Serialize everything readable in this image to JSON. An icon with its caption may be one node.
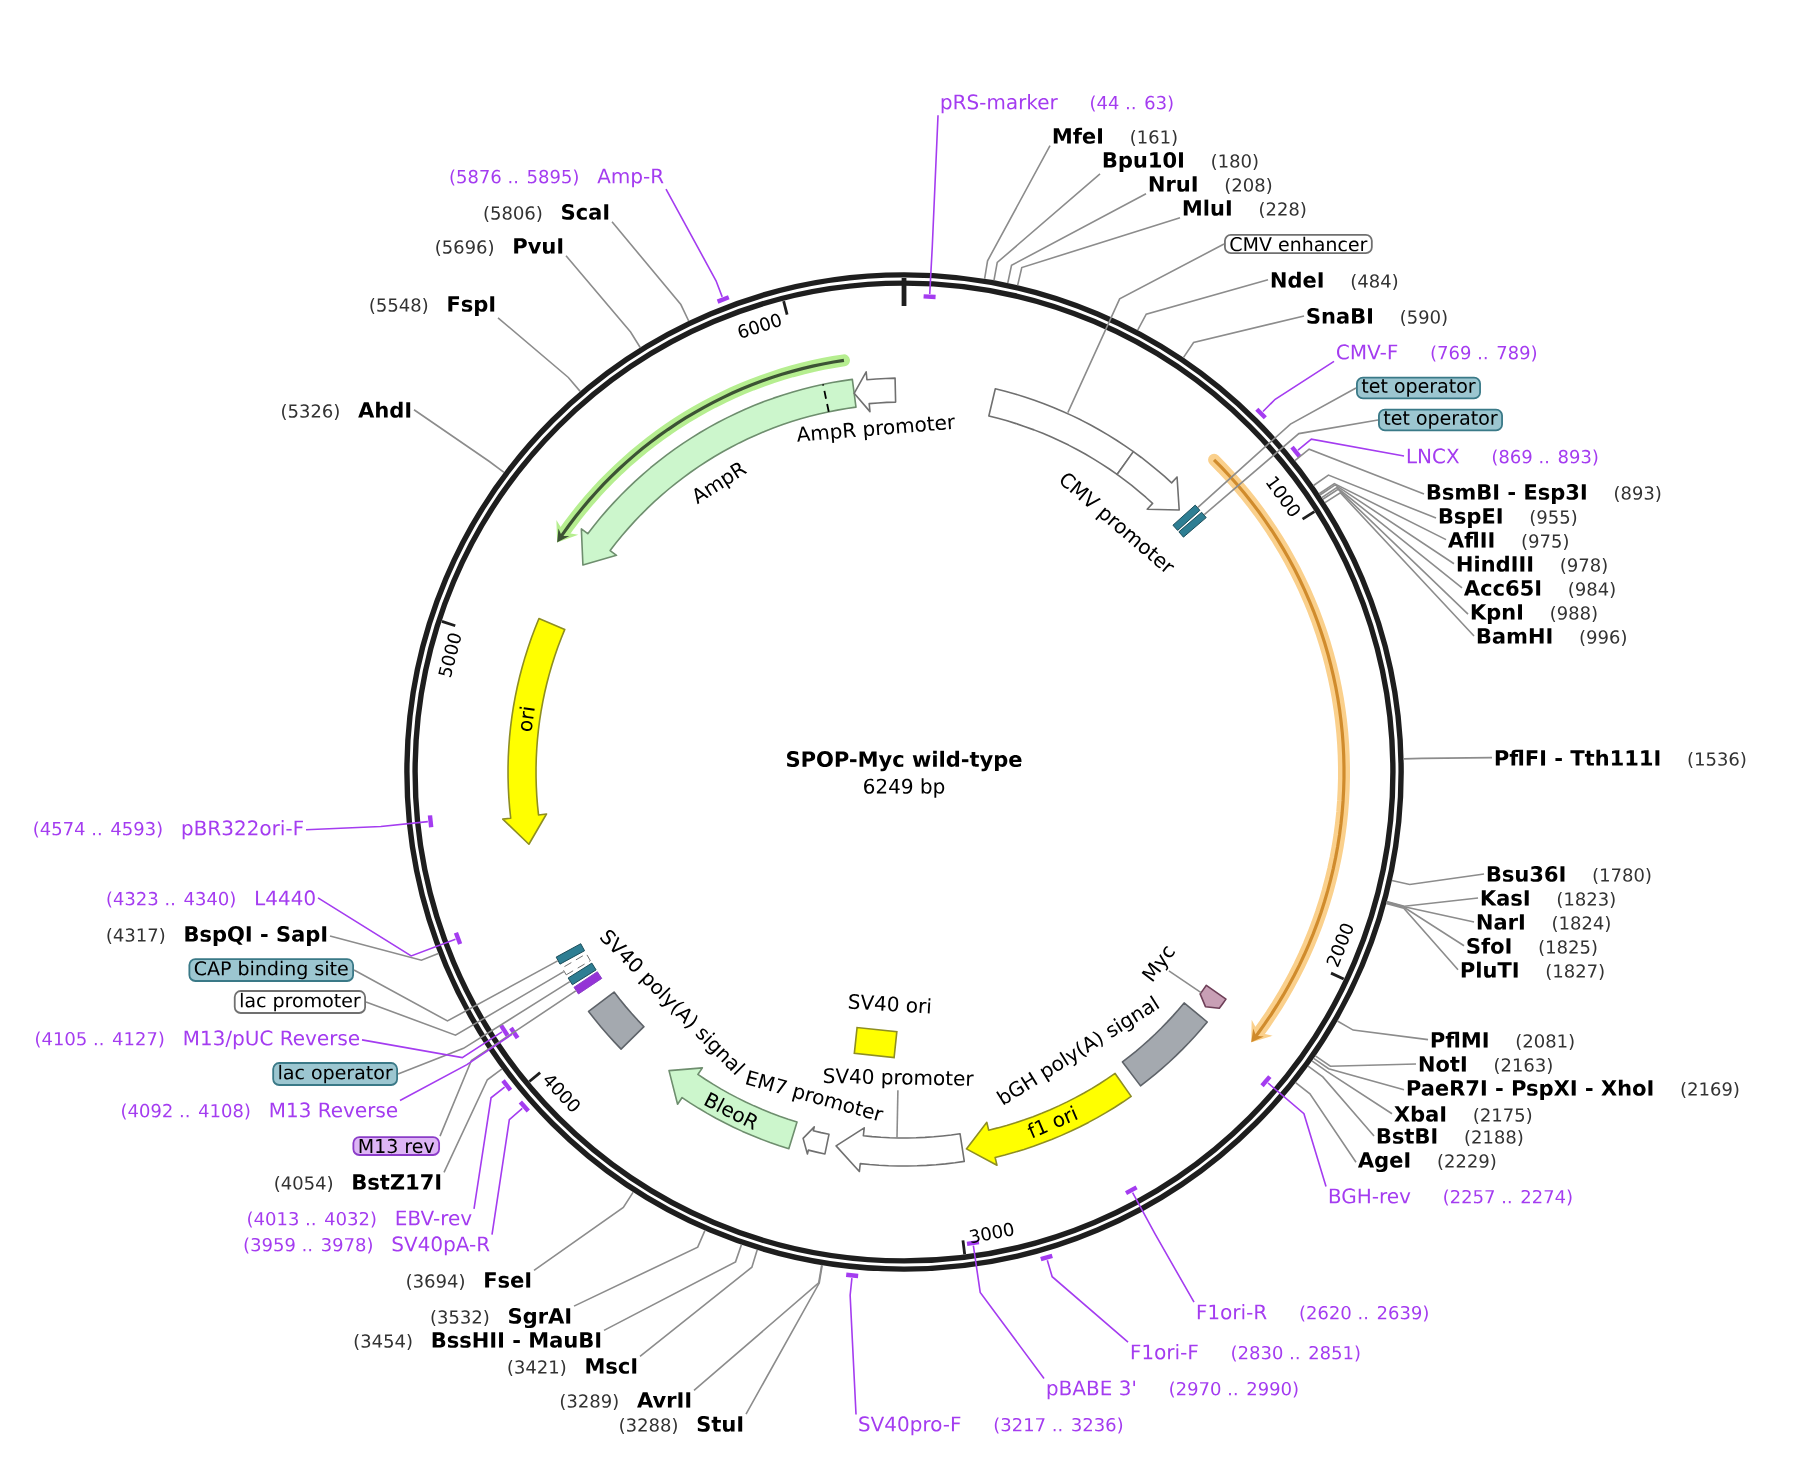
{
  "diagram": {
    "nodes": [
      {
        "text": [
          "SPOP-Myc wild-type",
          "6249 bp"
        ]
      },
      {
        "text": [],
        "shape": "box",
        "in": 0
      },
      {
        "text": [
          "CMV promoter"
        ],
        "in": 0
      },
      {
        "text": [],
        "shape": "bar",
        "in": 0
      },
      {
        "text": [],
        "shape": "bar",
        "in": 0
      },
      {
        "text": [
          "Myc"
        ],
        "in": 0
      },
      {
        "text": [],
        "shape": "arrow",
        "in": 0
      },
      {
        "text": [
          "bGH poly(A) signal"
        ],
        "in": 0
      },
      {
        "text": [
          "f1 ori"
        ],
        "in": 0
      },
      {
        "text": [
          "SV40 ori"
        ],
        "in": 0
      },
      {
        "text": [
          "SV40 promoter"
        ],
        "in": 0
      },
      {
        "text": [],
        "shape": "arrow",
        "in": 0
      },
      {
        "text": [
          "EM7 promoter"
        ],
        "in": 0
      },
      {
        "text": [
          "BleoR"
        ],
        "in": 0
      },
      {
        "text": [
          "SV40 poly(A) signal"
        ],
        "in": 0
      },
      {
        "text": [],
        "shape": "bar",
        "in": 0
      },
      {
        "text": [],
        "shape": "bar",
        "in": 0
      },
      {
        "text": [],
        "shape": "bar",
        "in": 0
      },
      {
        "text": [],
        "shape": "bar",
        "in": 0
      },
      {
        "text": [
          "ori"
        ],
        "in": 0
      },
      {
        "text": [
          "AmpR"
        ],
        "in": 0
      },
      {
        "text": [
          "AmpR promoter"
        ],
        "in": 0
      },
      {
        "text": [
          "pRS-marker",
          "(44 .. 63)"
        ]
      },
      {
        "text": [
          "MfeI",
          "(161)"
        ]
      },
      {
        "text": [
          "Bpu10I",
          "(180)"
        ]
      },
      {
        "text": [
          "NruI",
          "(208)"
        ]
      },
      {
        "text": [
          "MluI",
          "(228)"
        ]
      },
      {
        "text": [
          "CMV enhancer"
        ]
      },
      {
        "text": [
          "NdeI",
          "(484)"
        ]
      },
      {
        "text": [
          "SnaBI",
          "(590)"
        ]
      },
      {
        "text": [
          "CMV-F",
          "(769 .. 789)"
        ]
      },
      {
        "text": [
          "tet operator"
        ]
      },
      {
        "text": [
          "tet operator"
        ]
      },
      {
        "text": [
          "LNCX",
          "(869 .. 893)"
        ]
      },
      {
        "text": [
          "BsmBI - Esp3I",
          "(893)"
        ]
      },
      {
        "text": [
          "BspEI",
          "(955)"
        ]
      },
      {
        "text": [
          "AflII",
          "(975)"
        ]
      },
      {
        "text": [
          "HindIII",
          "(978)"
        ]
      },
      {
        "text": [
          "Acc65I",
          "(984)"
        ]
      },
      {
        "text": [
          "KpnI",
          "(988)"
        ]
      },
      {
        "text": [
          "BamHI",
          "(996)"
        ]
      },
      {
        "text": [
          "PflFI - Tth111I",
          "(1536)"
        ]
      },
      {
        "text": [
          "Bsu36I",
          "(1780)"
        ]
      },
      {
        "text": [
          "KasI",
          "(1823)"
        ]
      },
      {
        "text": [
          "NarI",
          "(1824)"
        ]
      },
      {
        "text": [
          "SfoI",
          "(1825)"
        ]
      },
      {
        "text": [
          "PluTI",
          "(1827)"
        ]
      },
      {
        "text": [
          "PflMI",
          "(2081)"
        ]
      },
      {
        "text": [
          "NotI",
          "(2163)"
        ]
      },
      {
        "text": [
          "PaeR7I - PspXI - XhoI",
          "(2169)"
        ]
      },
      {
        "text": [
          "XbaI",
          "(2175)"
        ]
      },
      {
        "text": [
          "BstBI",
          "(2188)"
        ]
      },
      {
        "text": [
          "AgeI",
          "(2229)"
        ]
      },
      {
        "text": [
          "BGH-rev",
          "(2257 .. 2274)"
        ]
      },
      {
        "text": [
          "F1ori-R",
          "(2620 .. 2639)"
        ]
      },
      {
        "text": [
          "F1ori-F",
          "(2830 .. 2851)"
        ]
      },
      {
        "text": [
          "pBABE 3'",
          "(2970 .. 2990)"
        ]
      },
      {
        "text": [
          "SV40pro-F",
          "(3217 .. 3236)"
        ]
      },
      {
        "text": [
          "(3288)",
          "StuI"
        ]
      },
      {
        "text": [
          "(3289)",
          "AvrII"
        ]
      },
      {
        "text": [
          "(3421)",
          "MscI"
        ]
      },
      {
        "text": [
          "(3454)",
          "BssHII - MauBI"
        ]
      },
      {
        "text": [
          "(3532)",
          "SgrAI"
        ]
      },
      {
        "text": [
          "(3694)",
          "FseI"
        ]
      },
      {
        "text": [
          "(3959 .. 3978)",
          "SV40pA-R"
        ]
      },
      {
        "text": [
          "(4013 .. 4032)",
          "EBV-rev"
        ]
      },
      {
        "text": [
          "(4054)",
          "BstZ17I"
        ]
      },
      {
        "text": [
          "M13 rev"
        ]
      },
      {
        "text": [
          "(4092 .. 4108)",
          "M13 Reverse"
        ]
      },
      {
        "text": [
          "lac operator"
        ]
      },
      {
        "text": [
          "(4105 .. 4127)",
          "M13/pUC Reverse"
        ]
      },
      {
        "text": [
          "lac promoter"
        ]
      },
      {
        "text": [
          "CAP binding site"
        ]
      },
      {
        "text": [
          "(4317)",
          "BspQI - SapI"
        ]
      },
      {
        "text": [
          "(4323 .. 4340)",
          "L4440"
        ]
      },
      {
        "text": [
          "(4574 .. 4593)",
          "pBR322ori-F"
        ]
      },
      {
        "text": [
          "(5326)",
          "AhdI"
        ]
      },
      {
        "text": [
          "(5548)",
          "FspI"
        ]
      },
      {
        "text": [
          "(5696)",
          "PvuI"
        ]
      },
      {
        "text": [
          "(5806)",
          "ScaI"
        ]
      },
      {
        "text": [
          "(5876 .. 5895)",
          "Amp-R"
        ]
      },
      {
        "text": [],
        "shape": "bar",
        "in": 0
      },
      {
        "text": [],
        "shape": "bar"
      },
      {
        "text": [],
        "shape": "bar"
      },
      {
        "text": [],
        "shape": "bar",
        "in": 0
      },
      {
        "text": [],
        "shape": "bar",
        "in": 0
      },
      {
        "text": [],
        "shape": "bar"
      },
      {
        "text": [],
        "shape": "bar",
        "in": 0
      },
      {
        "text": [],
        "shape": "bar"
      },
      {
        "text": [],
        "shape": "bar"
      },
      {
        "text": [],
        "shape": "bar"
      },
      {
        "text": [],
        "shape": "bar",
        "in": 0
      },
      {
        "text": [],
        "shape": "bar",
        "in": 0
      },
      {
        "text": [],
        "shape": "bar",
        "in": 0
      },
      {
        "text": [],
        "shape": "bar",
        "in": 0
      },
      {
        "text": [],
        "shape": "bar"
      }
    ],
    "edges": [
      {
        "from": 5,
        "to": 6,
        "arrow": "none"
      },
      {
        "from": 10,
        "to": 11,
        "arrow": "none"
      },
      {
        "from": 22,
        "to": 81,
        "arrow": "none",
        "color": "#a43cf0"
      },
      {
        "from": 23,
        "to": 0,
        "arrow": "none"
      },
      {
        "from": 24,
        "to": 0,
        "arrow": "none"
      },
      {
        "from": 25,
        "to": 0,
        "arrow": "none"
      },
      {
        "from": 26,
        "to": 0,
        "arrow": "none"
      },
      {
        "from": 27,
        "to": 1,
        "arrow": "none"
      },
      {
        "from": 28,
        "to": 0,
        "arrow": "none"
      },
      {
        "from": 29,
        "to": 0,
        "arrow": "none"
      },
      {
        "from": 30,
        "to": 82,
        "arrow": "none",
        "color": "#a43cf0"
      },
      {
        "from": 31,
        "to": 3,
        "arrow": "none"
      },
      {
        "from": 32,
        "to": 4,
        "arrow": "none"
      },
      {
        "from": 33,
        "to": 83,
        "arrow": "none",
        "color": "#a43cf0"
      },
      {
        "from": 34,
        "to": 0,
        "arrow": "none"
      },
      {
        "from": 35,
        "to": 0,
        "arrow": "none"
      },
      {
        "from": 36,
        "to": 0,
        "arrow": "none"
      },
      {
        "from": 37,
        "to": 0,
        "arrow": "none"
      },
      {
        "from": 38,
        "to": 0,
        "arrow": "none"
      },
      {
        "from": 39,
        "to": 0,
        "arrow": "none"
      },
      {
        "from": 40,
        "to": 0,
        "arrow": "none"
      },
      {
        "from": 41,
        "to": 0,
        "arrow": "none"
      },
      {
        "from": 42,
        "to": 0,
        "arrow": "none"
      },
      {
        "from": 43,
        "to": 0,
        "arrow": "none"
      },
      {
        "from": 44,
        "to": 0,
        "arrow": "none"
      },
      {
        "from": 45,
        "to": 0,
        "arrow": "none"
      },
      {
        "from": 46,
        "to": 0,
        "arrow": "none"
      },
      {
        "from": 47,
        "to": 0,
        "arrow": "none"
      },
      {
        "from": 48,
        "to": 0,
        "arrow": "none"
      },
      {
        "from": 49,
        "to": 0,
        "arrow": "none"
      },
      {
        "from": 50,
        "to": 0,
        "arrow": "none"
      },
      {
        "from": 51,
        "to": 0,
        "arrow": "none"
      },
      {
        "from": 52,
        "to": 0,
        "arrow": "none"
      },
      {
        "from": 53,
        "to": 84,
        "arrow": "none",
        "color": "#a43cf0"
      },
      {
        "from": 54,
        "to": 85,
        "arrow": "none",
        "color": "#a43cf0"
      },
      {
        "from": 55,
        "to": 86,
        "arrow": "none",
        "color": "#a43cf0"
      },
      {
        "from": 56,
        "to": 87,
        "arrow": "none",
        "color": "#a43cf0"
      },
      {
        "from": 57,
        "to": 88,
        "arrow": "none",
        "color": "#a43cf0"
      },
      {
        "from": 58,
        "to": 0,
        "arrow": "none"
      },
      {
        "from": 59,
        "to": 0,
        "arrow": "none"
      },
      {
        "from": 60,
        "to": 0,
        "arrow": "none"
      },
      {
        "from": 61,
        "to": 0,
        "arrow": "none"
      },
      {
        "from": 62,
        "to": 0,
        "arrow": "none"
      },
      {
        "from": 63,
        "to": 0,
        "arrow": "none"
      },
      {
        "from": 64,
        "to": 89,
        "arrow": "none",
        "color": "#a43cf0"
      },
      {
        "from": 65,
        "to": 90,
        "arrow": "none",
        "color": "#a43cf0"
      },
      {
        "from": 66,
        "to": 0,
        "arrow": "none"
      },
      {
        "from": 67,
        "to": 18,
        "arrow": "none"
      },
      {
        "from": 68,
        "to": 91,
        "arrow": "none",
        "color": "#a43cf0"
      },
      {
        "from": 69,
        "to": 17,
        "arrow": "none"
      },
      {
        "from": 70,
        "to": 92,
        "arrow": "none",
        "color": "#a43cf0"
      },
      {
        "from": 71,
        "to": 16,
        "arrow": "none"
      },
      {
        "from": 72,
        "to": 15,
        "arrow": "none"
      },
      {
        "from": 73,
        "to": 0,
        "arrow": "none"
      },
      {
        "from": 74,
        "to": 93,
        "arrow": "none",
        "color": "#a43cf0"
      },
      {
        "from": 75,
        "to": 94,
        "arrow": "none",
        "color": "#a43cf0"
      },
      {
        "from": 76,
        "to": 0,
        "arrow": "none"
      },
      {
        "from": 77,
        "to": 0,
        "arrow": "none"
      },
      {
        "from": 78,
        "to": 0,
        "arrow": "none"
      },
      {
        "from": 79,
        "to": 0,
        "arrow": "none"
      },
      {
        "from": 80,
        "to": 95,
        "arrow": "none",
        "color": "#a43cf0"
      }
    ],
    "labels": [
      "1000",
      "2000",
      "3000",
      "4000",
      "5000",
      "6000"
    ]
  }
}
